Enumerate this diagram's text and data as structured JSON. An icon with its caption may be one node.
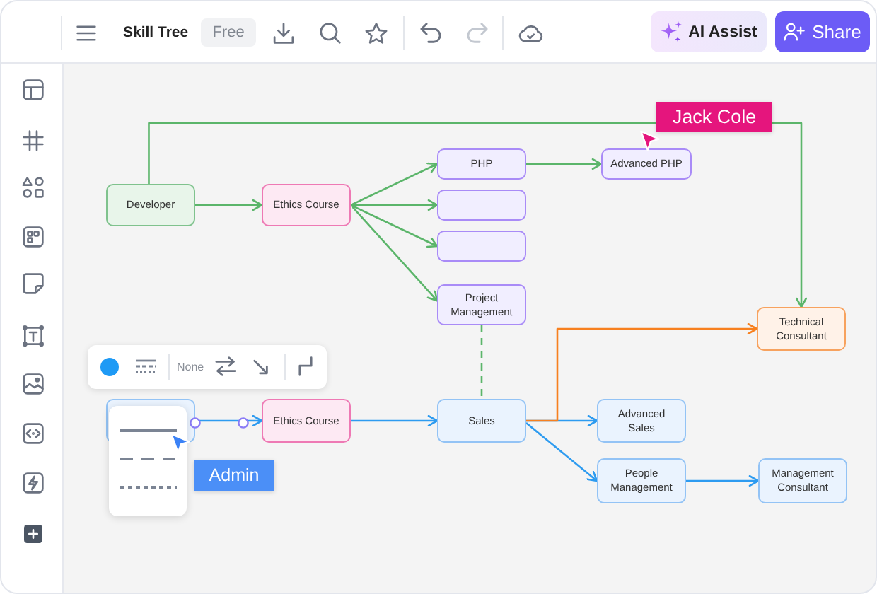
{
  "diagram": {
    "nodes": [
      {
        "text": [
          "Developer"
        ]
      },
      {
        "text": [
          "Ethics Course"
        ]
      },
      {
        "text": [
          "PHP"
        ]
      },
      {
        "text": [],
        "shape": "box"
      },
      {
        "text": [],
        "shape": "box"
      },
      {
        "text": [
          "Project Management"
        ]
      },
      {
        "text": [
          "Advanced PHP"
        ]
      },
      {
        "text": [
          "Technical Consultant"
        ]
      },
      {
        "text": [],
        "shape": "box"
      },
      {
        "text": [
          "Ethics Course"
        ]
      },
      {
        "text": [
          "Sales"
        ]
      },
      {
        "text": [
          "Advanced Sales"
        ]
      },
      {
        "text": [
          "People Management"
        ]
      },
      {
        "text": [
          "Management Consultant"
        ]
      }
    ],
    "edges": [
      {
        "from": 0,
        "to": 1,
        "arrow": "to"
      },
      {
        "from": 0,
        "to": 7,
        "arrow": "to"
      },
      {
        "from": 1,
        "to": 2,
        "arrow": "to"
      },
      {
        "from": 1,
        "to": 3,
        "arrow": "to"
      },
      {
        "from": 1,
        "to": 4,
        "arrow": "to"
      },
      {
        "from": 1,
        "to": 5,
        "arrow": "to"
      },
      {
        "from": 2,
        "to": 6,
        "arrow": "to"
      },
      {
        "from": 5,
        "to": 10,
        "arrow": "none",
        "style": "dashed"
      },
      {
        "from": 10,
        "to": 7,
        "arrow": "to",
        "color": "#f7801f"
      },
      {
        "from": 8,
        "to": 9,
        "arrow": "to",
        "color": "#2d9bf0"
      },
      {
        "from": 9,
        "to": 10,
        "arrow": "to",
        "color": "#2d9bf0"
      },
      {
        "from": 10,
        "to": 11,
        "arrow": "to",
        "color": "#2d9bf0"
      },
      {
        "from": 10,
        "to": 12,
        "arrow": "to",
        "color": "#2d9bf0"
      },
      {
        "from": 12,
        "to": 13,
        "arrow": "to",
        "color": "#2d9bf0"
      }
    ],
    "labels": [
      "Skill Tree",
      "Free",
      "AI Assist",
      "Share",
      "Jack Cole",
      "None",
      "Admin"
    ]
  }
}
